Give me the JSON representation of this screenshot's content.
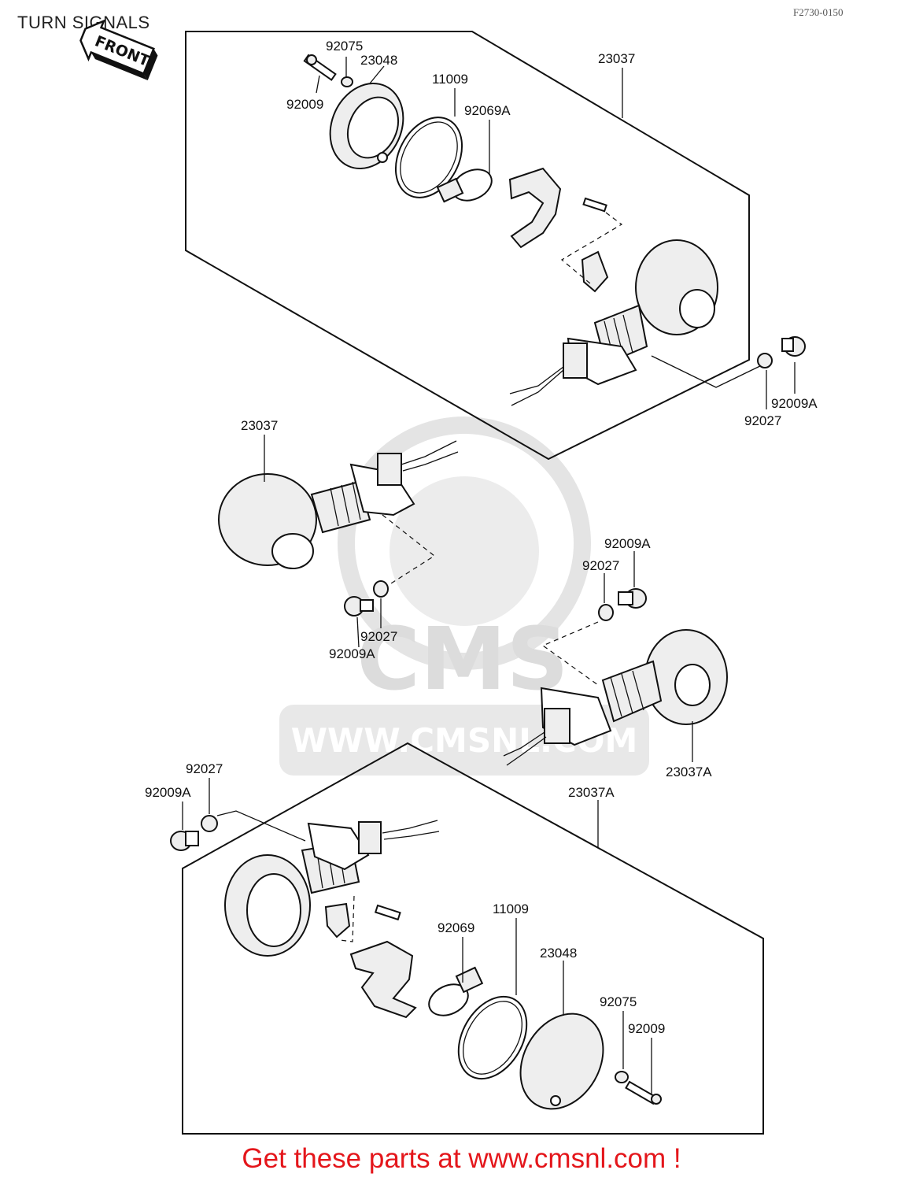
{
  "header": {
    "title": "TURN SIGNALS",
    "diagram_code": "F2730-0150",
    "front_label": "FRONT"
  },
  "watermark": {
    "brand": "CMS",
    "url": "WWW.CMSNL.COM"
  },
  "callouts": [
    {
      "id": "c1",
      "label": "92075"
    },
    {
      "id": "c2",
      "label": "23048"
    },
    {
      "id": "c3",
      "label": "92009"
    },
    {
      "id": "c4",
      "label": "11009"
    },
    {
      "id": "c5",
      "label": "92069A"
    },
    {
      "id": "c6",
      "label": "23037"
    },
    {
      "id": "c7",
      "label": "92009A"
    },
    {
      "id": "c8",
      "label": "92027"
    },
    {
      "id": "c9",
      "label": "23037"
    },
    {
      "id": "c10",
      "label": "92009A"
    },
    {
      "id": "c11",
      "label": "92027"
    },
    {
      "id": "c12",
      "label": "92027"
    },
    {
      "id": "c13",
      "label": "92009A"
    },
    {
      "id": "c14",
      "label": "23037A"
    },
    {
      "id": "c15",
      "label": "92027"
    },
    {
      "id": "c16",
      "label": "92009A"
    },
    {
      "id": "c17",
      "label": "23037A"
    },
    {
      "id": "c18",
      "label": "11009"
    },
    {
      "id": "c19",
      "label": "92069"
    },
    {
      "id": "c20",
      "label": "23048"
    },
    {
      "id": "c21",
      "label": "92075"
    },
    {
      "id": "c22",
      "label": "92009"
    }
  ],
  "footer": {
    "text": "Get these parts at www.cmsnl.com !"
  }
}
